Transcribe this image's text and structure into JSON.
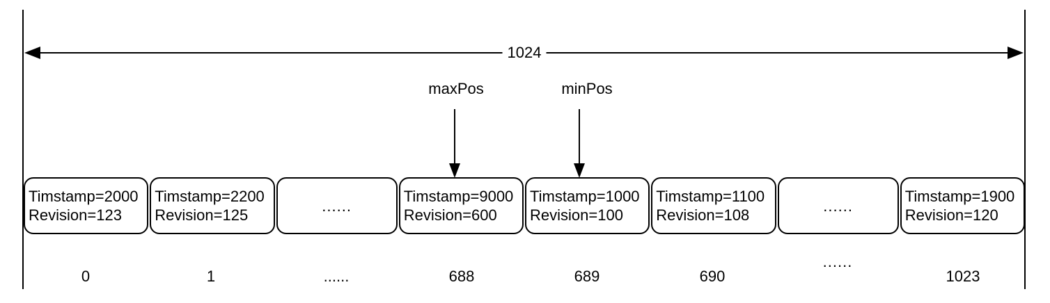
{
  "diagram": {
    "capacity_label": "1024",
    "pointers": {
      "max_label": "maxPos",
      "min_label": "minPos"
    },
    "slots": [
      {
        "index": "0",
        "lines": [
          "Timstamp=2000",
          "Revision=123"
        ]
      },
      {
        "index": "1",
        "lines": [
          "Timstamp=2200",
          "Revision=125"
        ]
      },
      {
        "index": "......",
        "lines": [
          "......"
        ],
        "ellipsis": true
      },
      {
        "index": "688",
        "lines": [
          "Timstamp=9000",
          "Revision=600"
        ]
      },
      {
        "index": "689",
        "lines": [
          "Timstamp=1000",
          "Revision=100"
        ]
      },
      {
        "index": "690",
        "lines": [
          "Timstamp=1100",
          "Revision=108"
        ]
      },
      {
        "index": "......",
        "lines": [
          "......"
        ],
        "ellipsis": true
      },
      {
        "index": "1023",
        "lines": [
          "Timstamp=1900",
          "Revision=120"
        ]
      }
    ],
    "colors": {
      "stroke": "#000000",
      "background": "#ffffff"
    }
  }
}
